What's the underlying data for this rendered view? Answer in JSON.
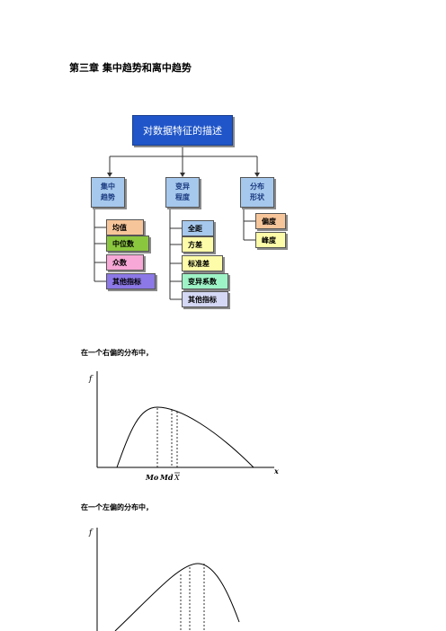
{
  "page_title": "第三章 集中趋势和离中趋势",
  "diagram": {
    "root": "对数据特征的描述",
    "categories": [
      {
        "line1": "集中",
        "line2": "趋势",
        "items": [
          "均值",
          "中位数",
          "众数",
          "其他指标"
        ]
      },
      {
        "line1": "变异",
        "line2": "程度",
        "items": [
          "全距",
          "方差",
          "标准差",
          "变异系数",
          "其他指标"
        ]
      },
      {
        "line1": "分布",
        "line2": "形状",
        "items": [
          "偏度",
          "峰度"
        ]
      }
    ]
  },
  "colors": {
    "root_fill": "#1f55c8",
    "category_fill": "#a6c8ec",
    "mean_fill": "#f7c59a",
    "median_fill": "#8bc63f",
    "mode_fill": "#f7a8d6",
    "other_central_fill": "#8c78e6",
    "range_fill": "#a6c8ec",
    "variance_fill": "#fdfca8",
    "std_fill": "#fdfca8",
    "cv_fill": "#9ef3c6",
    "other_var_fill": "#d4d8f4",
    "skew_fill": "#f7c59a",
    "kurt_fill": "#fdfca8"
  },
  "right_skew": {
    "caption": "在一个右偏的分布中，",
    "y_label": "f",
    "x_label": "x",
    "markers": [
      "Mo",
      "Md",
      "X"
    ]
  },
  "left_skew": {
    "caption": "在一个左偏的分布中，",
    "y_label": "f"
  }
}
